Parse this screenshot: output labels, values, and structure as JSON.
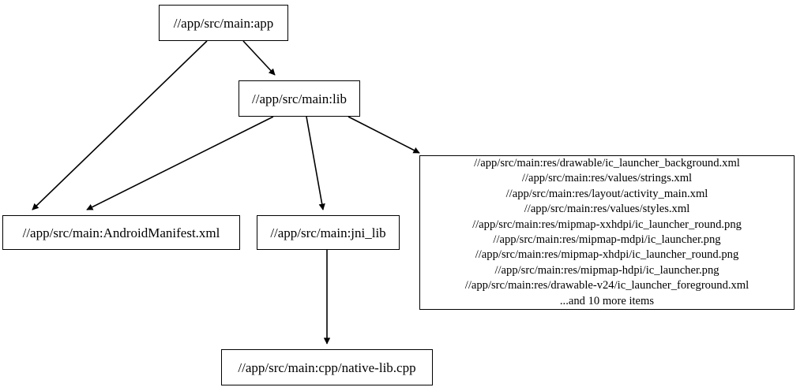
{
  "graph": {
    "type": "directed-dependency-graph",
    "title": "",
    "background_color": "#ffffff",
    "node_border_color": "#000000",
    "node_fill_color": "#ffffff",
    "edge_color": "#000000",
    "text_color": "#000000",
    "nodes": [
      {
        "id": "app",
        "label": "//app/src/main:app"
      },
      {
        "id": "lib",
        "label": "//app/src/main:lib"
      },
      {
        "id": "manifest",
        "label": "//app/src/main:AndroidManifest.xml"
      },
      {
        "id": "jni_lib",
        "label": "//app/src/main:jni_lib"
      },
      {
        "id": "res",
        "label": "//app/src/main:res/drawable/ic_launcher_background.xml\n//app/src/main:res/values/strings.xml\n//app/src/main:res/layout/activity_main.xml\n//app/src/main:res/values/styles.xml\n//app/src/main:res/mipmap-xxhdpi/ic_launcher_round.png\n//app/src/main:res/mipmap-mdpi/ic_launcher.png\n//app/src/main:res/mipmap-xhdpi/ic_launcher_round.png\n//app/src/main:res/mipmap-hdpi/ic_launcher.png\n//app/src/main:res/drawable-v24/ic_launcher_foreground.xml\n...and 10 more items",
        "lines": [
          "//app/src/main:res/drawable/ic_launcher_background.xml",
          "//app/src/main:res/values/strings.xml",
          "//app/src/main:res/layout/activity_main.xml",
          "//app/src/main:res/values/styles.xml",
          "//app/src/main:res/mipmap-xxhdpi/ic_launcher_round.png",
          "//app/src/main:res/mipmap-mdpi/ic_launcher.png",
          "//app/src/main:res/mipmap-xhdpi/ic_launcher_round.png",
          "//app/src/main:res/mipmap-hdpi/ic_launcher.png",
          "//app/src/main:res/drawable-v24/ic_launcher_foreground.xml",
          "...and 10 more items"
        ]
      },
      {
        "id": "cpp",
        "label": "//app/src/main:cpp/native-lib.cpp"
      }
    ],
    "edges": [
      {
        "from": "app",
        "to": "manifest"
      },
      {
        "from": "app",
        "to": "lib"
      },
      {
        "from": "lib",
        "to": "manifest"
      },
      {
        "from": "lib",
        "to": "jni_lib"
      },
      {
        "from": "lib",
        "to": "res"
      },
      {
        "from": "jni_lib",
        "to": "cpp"
      }
    ]
  }
}
